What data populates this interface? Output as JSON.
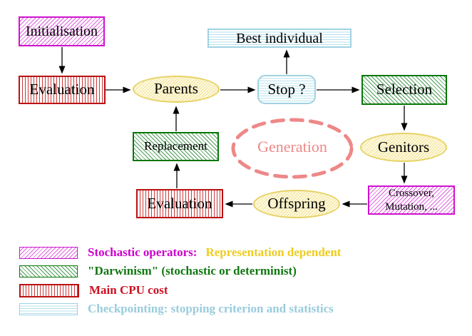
{
  "diagram": {
    "title_hint": "evolutionary-algorithm-generation-loop",
    "nodes": {
      "initialisation": "Initialisation",
      "best_individual": "Best individual",
      "evaluation_top": "Evaluation",
      "parents": "Parents",
      "stop": "Stop ?",
      "selection": "Selection",
      "replacement": "Replacement",
      "generation": "Generation",
      "genitors": "Genitors",
      "crossover_line1": "Crossover,",
      "crossover_line2": "Mutation, ...",
      "offspring": "Offspring",
      "evaluation_bottom": "Evaluation"
    },
    "edges": [
      "initialisation->evaluation_top",
      "evaluation_top->parents",
      "parents->stop",
      "stop->best_individual",
      "stop->selection",
      "selection->genitors",
      "genitors->crossover_mutation",
      "crossover_mutation->offspring",
      "offspring->evaluation_bottom",
      "evaluation_bottom->replacement",
      "replacement->parents"
    ]
  },
  "legend": {
    "items": [
      {
        "swatch": "magenta-diagonal-hatch",
        "label": "Stochastic operators:",
        "label_suffix": "Representation dependent"
      },
      {
        "swatch": "green-diagonal-hatch",
        "label": "\"Darwinism\" (stochastic or determinist)"
      },
      {
        "swatch": "red-vertical-stripes",
        "label": "Main CPU cost"
      },
      {
        "swatch": "cyan-horizontal-stripes",
        "label": "Checkpointing: stopping criterion and statistics"
      }
    ]
  },
  "colors": {
    "magenta": "#cc00cc",
    "yellow_text": "#eecc22",
    "green_dark": "#077707",
    "green_text": "#117711",
    "red": "#bb1111",
    "red_text": "#cc1122",
    "cyan_text": "#99ccdd",
    "yellow_ellipse_border": "#e6d264",
    "salmon_dashed": "#ee8888",
    "arrow": "#000000"
  }
}
